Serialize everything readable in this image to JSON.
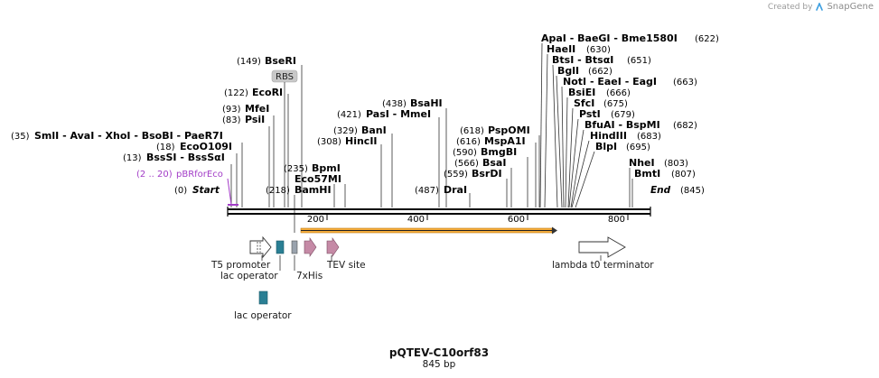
{
  "credit": {
    "prefix": "Created by",
    "brand": "SnapGene"
  },
  "plasmid": {
    "name": "pQTEV-C10orf83",
    "length_label": "845 bp"
  },
  "ends": {
    "start": {
      "label": "Start",
      "pos": "(0)"
    },
    "end": {
      "label": "End",
      "pos": "(845)"
    }
  },
  "ruler": {
    "ticks": [
      "200",
      "400",
      "600",
      "800"
    ]
  },
  "primer": {
    "name": "pBRforEco",
    "range": "(2 .. 20)"
  },
  "rbs": {
    "label": "RBS"
  },
  "sites": [
    {
      "id": "smli",
      "parts": [
        "SmlI",
        "AvaI",
        "XhoI",
        "BsoBI",
        "PaeR7I"
      ],
      "pos": "(35)"
    },
    {
      "id": "ecoo109i",
      "parts": [
        "EcoO109I"
      ],
      "pos": "(18)"
    },
    {
      "id": "bsssi",
      "parts": [
        "BssSI",
        "BssSαI"
      ],
      "pos": "(13)"
    },
    {
      "id": "psii",
      "parts": [
        "PsiI"
      ],
      "pos": "(83)"
    },
    {
      "id": "mfei",
      "parts": [
        "MfeI"
      ],
      "pos": "(93)"
    },
    {
      "id": "ecori",
      "parts": [
        "EcoRI"
      ],
      "pos": "(122)"
    },
    {
      "id": "bseri",
      "parts": [
        "BseRI"
      ],
      "pos": "(149)"
    },
    {
      "id": "bamhi",
      "parts": [
        "BamHI"
      ],
      "pos": "(218)"
    },
    {
      "id": "eco57mi",
      "parts": [
        "Eco57MI"
      ],
      "pos": ""
    },
    {
      "id": "bpmi",
      "parts": [
        "BpmI"
      ],
      "pos": "(235)"
    },
    {
      "id": "hincii",
      "parts": [
        "HincII"
      ],
      "pos": "(308)"
    },
    {
      "id": "bani",
      "parts": [
        "BanI"
      ],
      "pos": "(329)"
    },
    {
      "id": "pasi",
      "parts": [
        "PasI",
        "MmeI"
      ],
      "pos": "(421)"
    },
    {
      "id": "bsahi",
      "parts": [
        "BsaHI"
      ],
      "pos": "(438)"
    },
    {
      "id": "drai",
      "parts": [
        "DraI"
      ],
      "pos": "(487)"
    },
    {
      "id": "bsrdi",
      "parts": [
        "BsrDI"
      ],
      "pos": "(559)"
    },
    {
      "id": "bsai",
      "parts": [
        "BsaI"
      ],
      "pos": "(566)"
    },
    {
      "id": "bmgbi",
      "parts": [
        "BmgBI"
      ],
      "pos": "(590)"
    },
    {
      "id": "mspa1i",
      "parts": [
        "MspA1I"
      ],
      "pos": "(616)"
    },
    {
      "id": "pspomi",
      "parts": [
        "PspOMI"
      ],
      "pos": "(618)"
    },
    {
      "id": "apai",
      "parts": [
        "ApaI",
        "BaeGI",
        "Bme1580I"
      ],
      "pos": "(622)"
    },
    {
      "id": "haeii",
      "parts": [
        "HaeII"
      ],
      "pos": "(630)"
    },
    {
      "id": "btsi",
      "parts": [
        "BtsI",
        "BtsαI"
      ],
      "pos": "(651)"
    },
    {
      "id": "bgli",
      "parts": [
        "BglI"
      ],
      "pos": "(662)"
    },
    {
      "id": "noti",
      "parts": [
        "NotI",
        "EaeI",
        "EagI"
      ],
      "pos": "(663)"
    },
    {
      "id": "bsiei",
      "parts": [
        "BsiEI"
      ],
      "pos": "(666)"
    },
    {
      "id": "sfci",
      "parts": [
        "SfcI"
      ],
      "pos": "(675)"
    },
    {
      "id": "psti",
      "parts": [
        "PstI"
      ],
      "pos": "(679)"
    },
    {
      "id": "bfuai",
      "parts": [
        "BfuAI",
        "BspMI"
      ],
      "pos": "(682)"
    },
    {
      "id": "hindiii",
      "parts": [
        "HindIII"
      ],
      "pos": "(683)"
    },
    {
      "id": "blpi",
      "parts": [
        "BlpI"
      ],
      "pos": "(695)"
    },
    {
      "id": "nhei",
      "parts": [
        "NheI"
      ],
      "pos": "(803)"
    },
    {
      "id": "bmti",
      "parts": [
        "BmtI"
      ],
      "pos": "(807)"
    }
  ],
  "features": {
    "t5": "T5 promoter",
    "lacop1": "lac operator",
    "his": "7xHis",
    "tev": "TEV site",
    "lambda": "lambda t0 terminator",
    "lacop2": "lac operator"
  },
  "colors": {
    "backbone": "#000000",
    "primer": "#a23cc7",
    "orf_fill": "#f6ad3c",
    "lac_operator": "#2a7f94",
    "his_tag": "#9aa3ad",
    "tev_site": "#c58aa6",
    "rbs_fill": "#c8c8c8",
    "snapgene_logo": "#3d9fe0"
  },
  "icons": {
    "credit_logo": "snapgene-logo-icon"
  }
}
